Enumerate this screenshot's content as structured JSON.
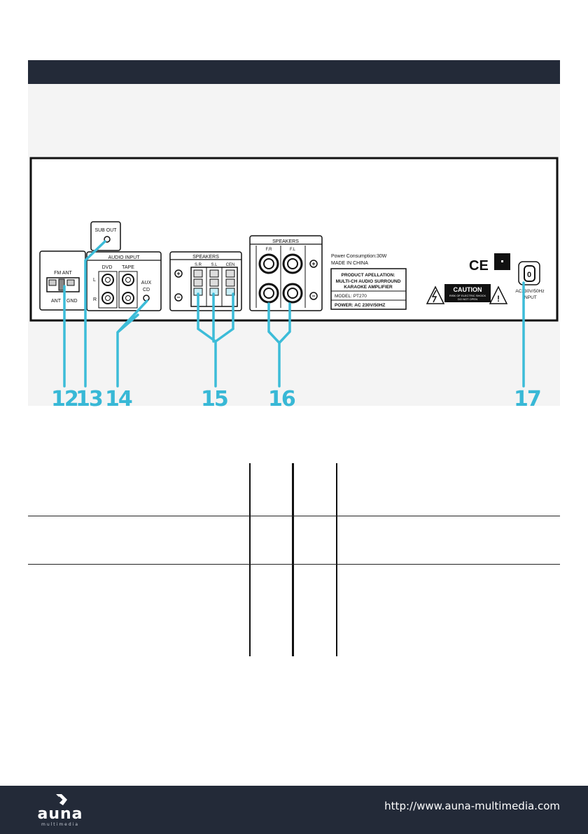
{
  "panel": {
    "sub_out": "SUB OUT",
    "fm_ant": "FM ANT",
    "ant": "ANT",
    "gnd": "GND",
    "audio_input": "AUDIO INPUT",
    "dvd": "DVD",
    "tape": "TAPE",
    "aux": "AUX",
    "cd": "CD",
    "left": "L",
    "right": "R",
    "speakers_left": "SPEAKERS",
    "sr": "S.R",
    "sl": "S.L",
    "cen": "CEN",
    "speakers_right": "SPEAKERS",
    "fr": "F.R",
    "fl": "F.L",
    "plus": "+",
    "minus": "−",
    "power_consumption": "Power Consumption:30W",
    "made_in": "MADE IN CHINA",
    "product_apellation": "PRODUCT APELLATION:",
    "product_line1": "MULTI-CH AUDIO SURROUND",
    "product_line2": "KARAOKE AMPLIFIER",
    "model": "MODEL: PT270",
    "power": "POWER: AC 230V/50HZ",
    "ce": "CE",
    "caution": "CAUTION",
    "caution_sub1": "RISK OF ELECTRIC SHOCK",
    "caution_sub2": "DO NOT OPEN",
    "ac_input1": "AC230V/50Hz",
    "ac_input2": "INPUT"
  },
  "callouts": [
    "12",
    "13",
    "14",
    "15",
    "16",
    "17"
  ],
  "footer": {
    "brand": "auna",
    "brand_sub": "multimedia",
    "url": "http://www.auna-multimedia.com"
  },
  "colors": {
    "header": "#232a38",
    "callout": "#38b8d6"
  }
}
